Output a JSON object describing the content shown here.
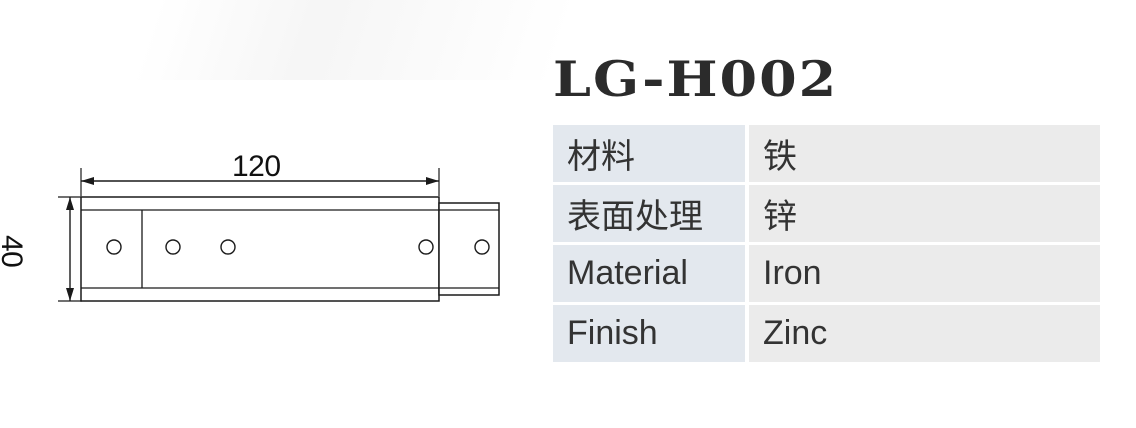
{
  "dimensions": {
    "length": "120",
    "height": "40"
  },
  "product": {
    "model": "LG-H002"
  },
  "specs": [
    {
      "label": "材料",
      "value": "铁"
    },
    {
      "label": "表面处理",
      "value": "锌"
    },
    {
      "label": "Material",
      "value": "Iron"
    },
    {
      "label": "Finish",
      "value": "Zinc"
    }
  ],
  "colors": {
    "label_bg": "#e3e8ee",
    "value_bg": "#ebebeb",
    "line": "#1a1a1a"
  }
}
